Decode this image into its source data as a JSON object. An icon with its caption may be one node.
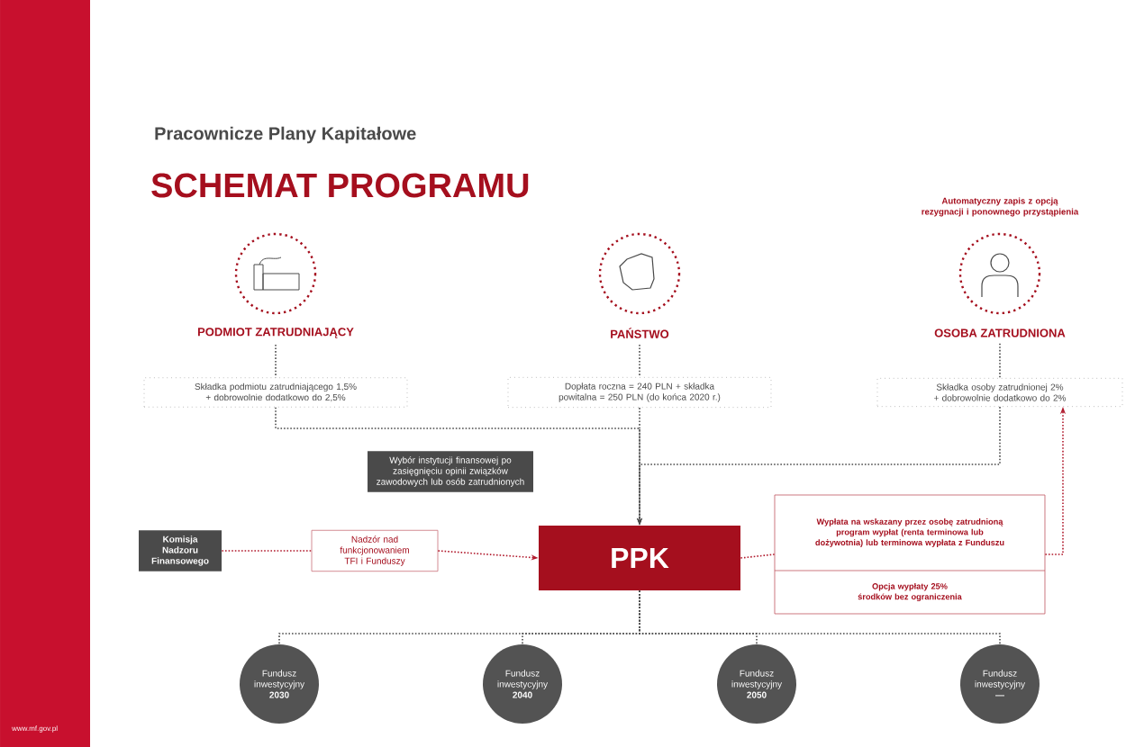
{
  "diagram": {
    "title": "SCHEMAT PROGRAMU",
    "nodes": [
      {
        "text": [
          "PODMIOT ZATRUDNIAJĄCY"
        ]
      },
      {
        "text": [
          "Składka podmiotu zatrudniającego 1,5% + dobrowolnie dodatkowo do 2,5%"
        ]
      },
      {
        "text": [
          "PAŃSTWO"
        ]
      },
      {
        "text": [
          "Dopłata roczna = 240 PLN + składka powitalna = 250 PLN (do końca 2020 r.)"
        ]
      },
      {
        "text": [
          "OSOBA ZATRUDNIONA"
        ],
        "beside": [
          "Automatyczny zapis z opcją rezygnacji i ponownego przystąpienia"
        ]
      },
      {
        "text": [
          "Składka osoby zatrudnionej 2% + dobrowolnie dodatkowo do 2%"
        ]
      },
      {
        "text": [
          "Wybór instytucji finansowej po zasięgnięciu opinii związków zawodowych lub osób zatrudnionych"
        ]
      },
      {
        "text": [
          "Komisja Nadzoru Finansowego"
        ]
      },
      {
        "text": [
          "Nadzór nad funkcjonowaniem TFI i Funduszy"
        ]
      },
      {
        "text": [
          "PPK"
        ]
      },
      {
        "text": [
          "Wypłata na wskazany przez osobę zatrudnioną program wypłat (renta terminowa lub dożywotnia) lub terminowa wypłata z Funduszu",
          "Opcja wypłaty 25% środków bez ograniczenia"
        ]
      },
      {
        "text": [
          "Fundusz inwestycyjny",
          "2030"
        ]
      },
      {
        "text": [
          "Fundusz inwestycyjny",
          "2040"
        ]
      },
      {
        "text": [
          "Fundusz inwestycyjny",
          "2050"
        ]
      },
      {
        "text": [
          "Fundusz inwestycyjny",
          "—"
        ]
      }
    ],
    "edges": [
      {
        "from": 0,
        "to": 1,
        "arrow": "none"
      },
      {
        "from": 2,
        "to": 3,
        "arrow": "none"
      },
      {
        "from": 4,
        "to": 5,
        "arrow": "none"
      },
      {
        "from": 1,
        "to": 9,
        "arrow": "to"
      },
      {
        "from": 3,
        "to": 9,
        "arrow": "to"
      },
      {
        "from": 5,
        "to": 9,
        "arrow": "to"
      },
      {
        "from": 7,
        "to": 8,
        "arrow": "none",
        "color": "#b0182b"
      },
      {
        "from": 8,
        "to": 9,
        "arrow": "to",
        "color": "#b0182b"
      },
      {
        "from": 9,
        "to": 10,
        "arrow": "none",
        "color": "#b0182b"
      },
      {
        "from": 10,
        "to": 5,
        "arrow": "to",
        "color": "#b0182b"
      },
      {
        "from": 9,
        "to": 11,
        "arrow": "none"
      },
      {
        "from": 9,
        "to": 12,
        "arrow": "none"
      },
      {
        "from": 9,
        "to": 13,
        "arrow": "none"
      },
      {
        "from": 9,
        "to": 14,
        "arrow": "none"
      }
    ],
    "labels": [
      "Pracownicze Plany Kapitałowe",
      "www.mf.gov.pl"
    ]
  }
}
